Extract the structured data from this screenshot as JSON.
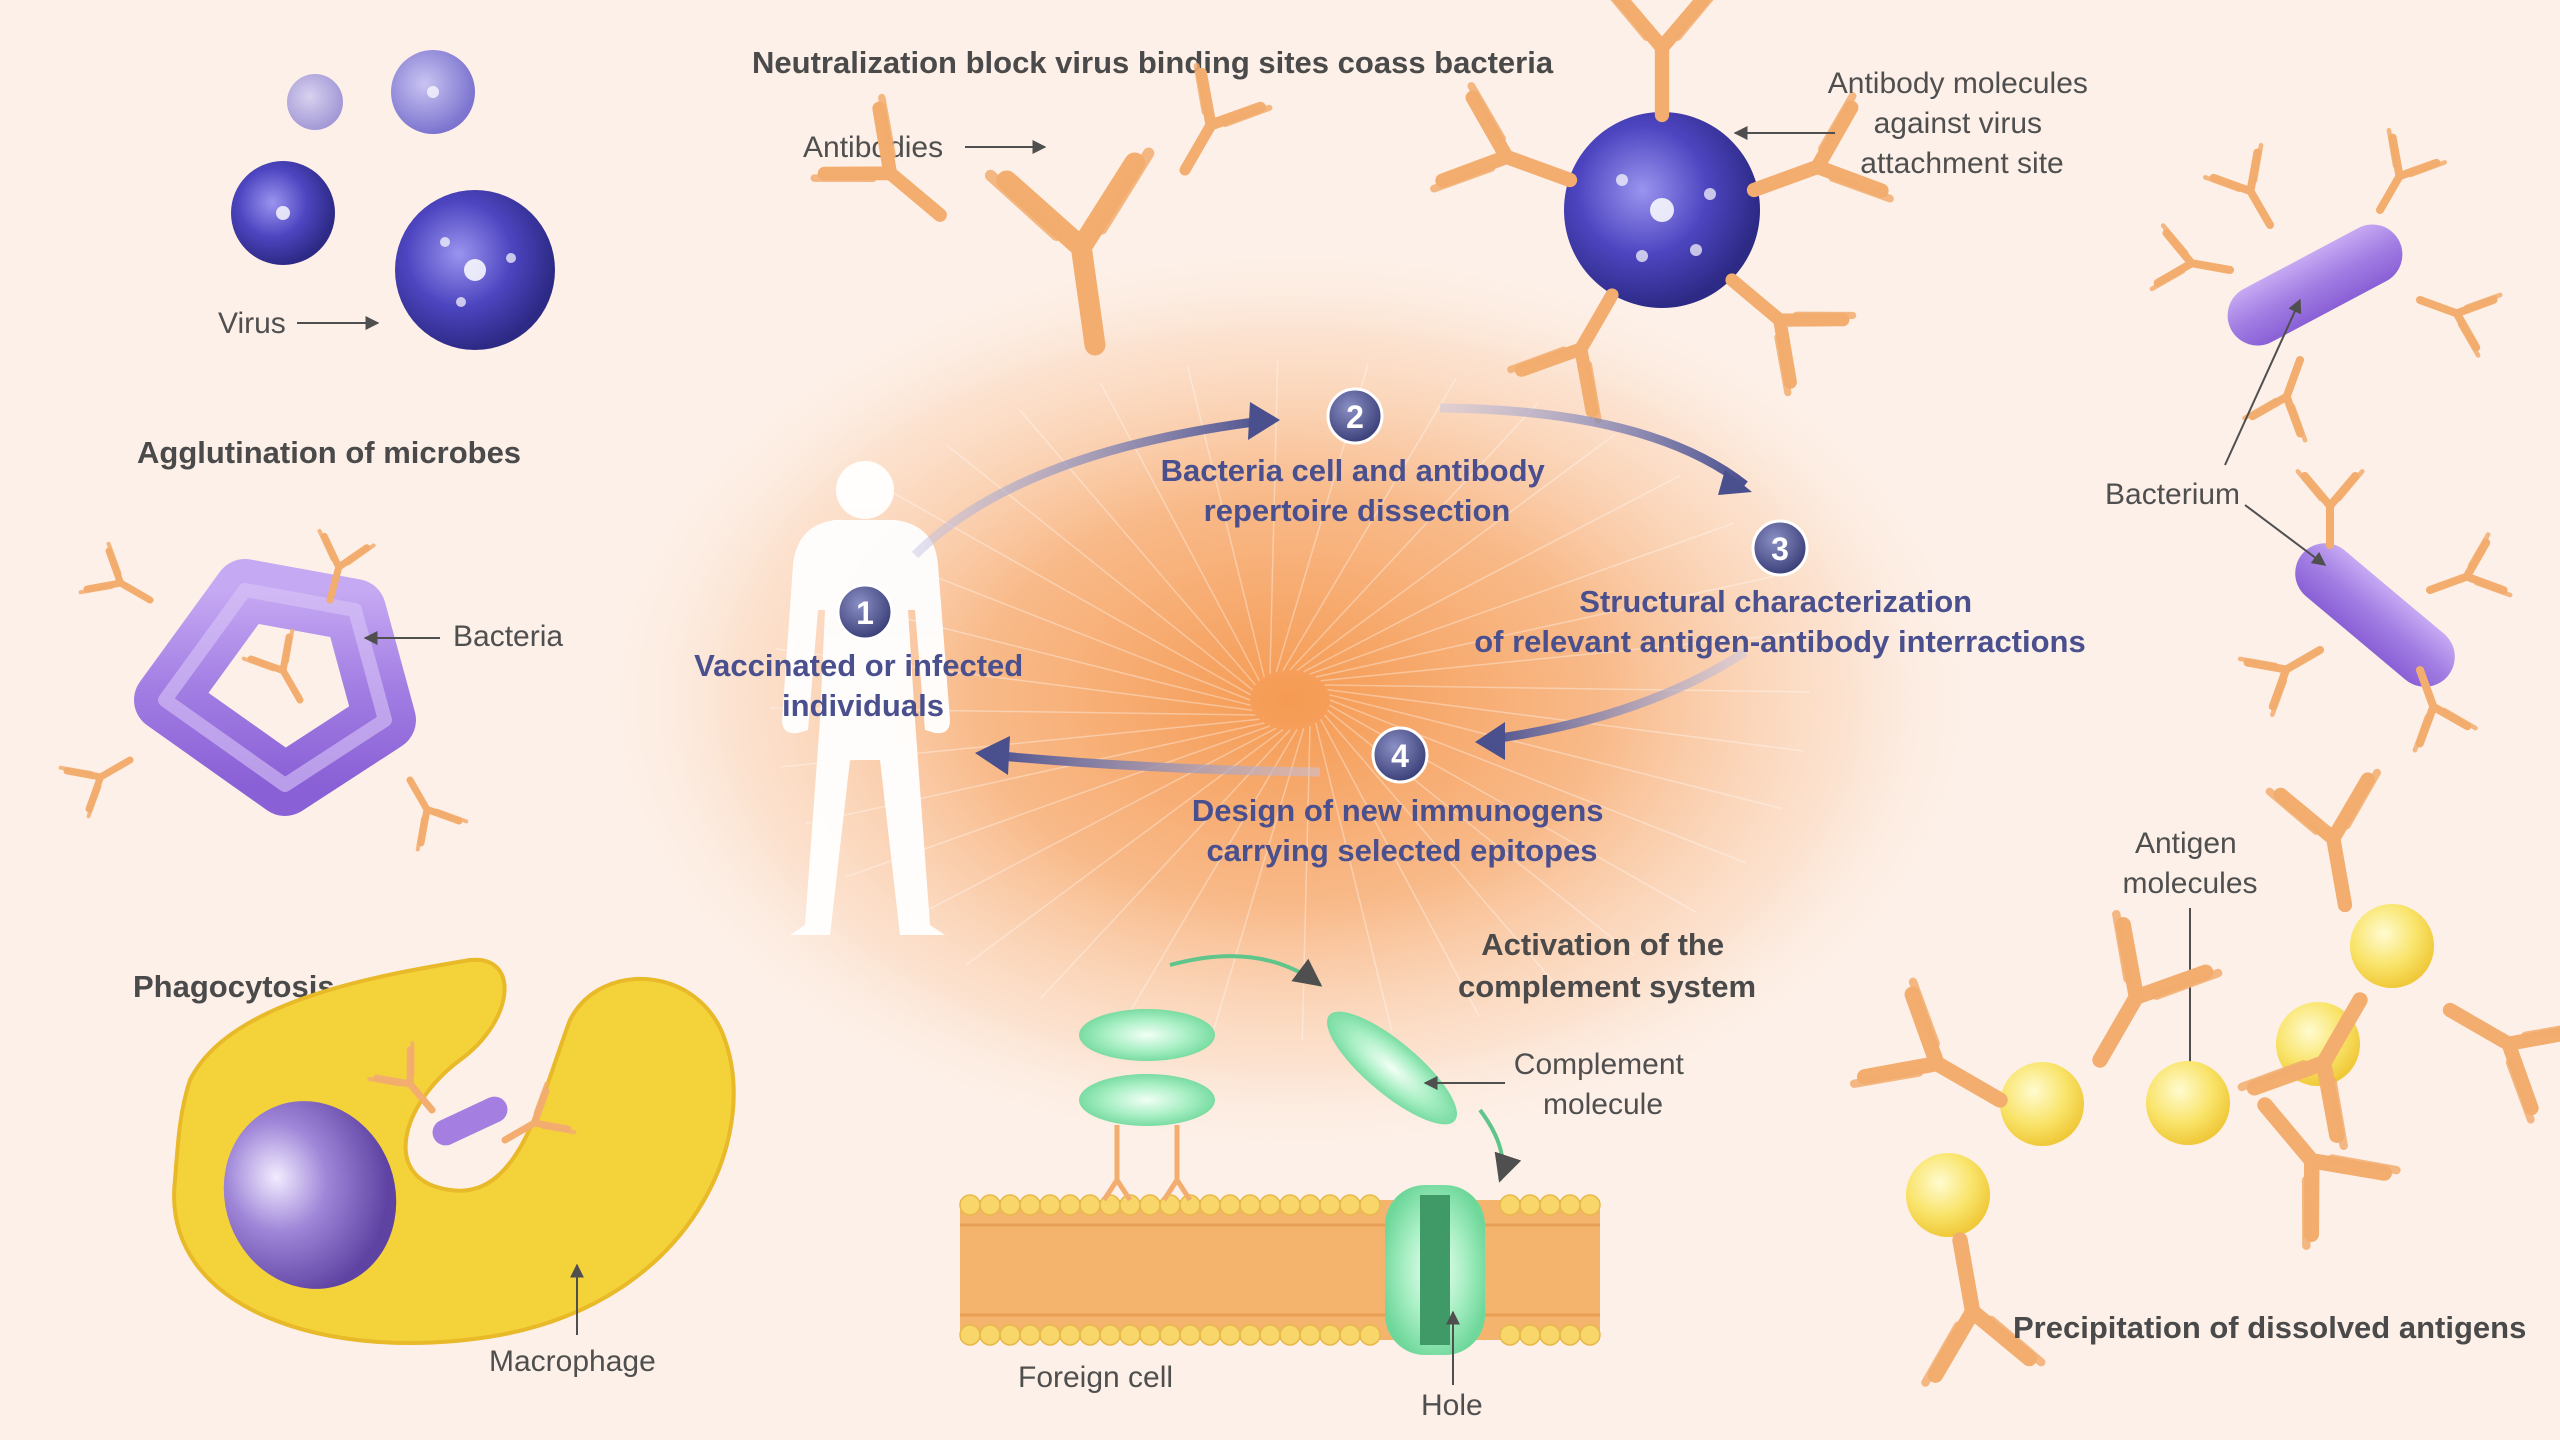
{
  "colors": {
    "background": "#fdf0e8",
    "glow": "#f7a25e",
    "antibody": "#f2ad6f",
    "virus": "#4b44b8",
    "bacteria": "#a47ee0",
    "steps": "#4a4f8e",
    "complement": "#8fe3b0",
    "macrophage": "#f2cc32",
    "antigen": "#f7e05a"
  },
  "icons": [
    "virus-icon",
    "antibody-icon",
    "bacterium-icon",
    "human-figure-icon",
    "macrophage-icon",
    "complement-molecule-icon",
    "membrane-icon",
    "antigen-icon"
  ],
  "neutralization": {
    "title": "Neutralization block virus binding sites coass bacteria",
    "antibodies_label": "Antibodies",
    "virus_label": "Virus",
    "antibody_molecules_label": [
      "Antibody molecules",
      "against virus",
      "attachment site"
    ]
  },
  "agglutination": {
    "title": "Agglutination of microbes",
    "bacteria_label": "Bacteria"
  },
  "phagocytosis": {
    "title": "Phagocytosis",
    "macrophage_label": "Macrophage"
  },
  "complement": {
    "title": [
      "Activation of the",
      "complement system"
    ],
    "molecule_label": [
      "Complement",
      "molecule"
    ],
    "foreign_cell_label": "Foreign cell",
    "hole_label": "Hole"
  },
  "bacterium_panel": {
    "label": "Bacterium"
  },
  "precipitation": {
    "title": "Precipitation of dissolved antigens",
    "antigen_label": [
      "Antigen",
      "molecules"
    ]
  },
  "steps": [
    {
      "number": "1",
      "lines": [
        "Vaccinated or infected",
        "individuals"
      ]
    },
    {
      "number": "2",
      "lines": [
        "Bacteria cell and antibody",
        "repertoire dissection"
      ]
    },
    {
      "number": "3",
      "lines": [
        "Structural characterization",
        "of relevant antigen-antibody interractions"
      ]
    },
    {
      "number": "4",
      "lines": [
        "Design of new immunogens",
        "carrying selected epitopes"
      ]
    }
  ]
}
